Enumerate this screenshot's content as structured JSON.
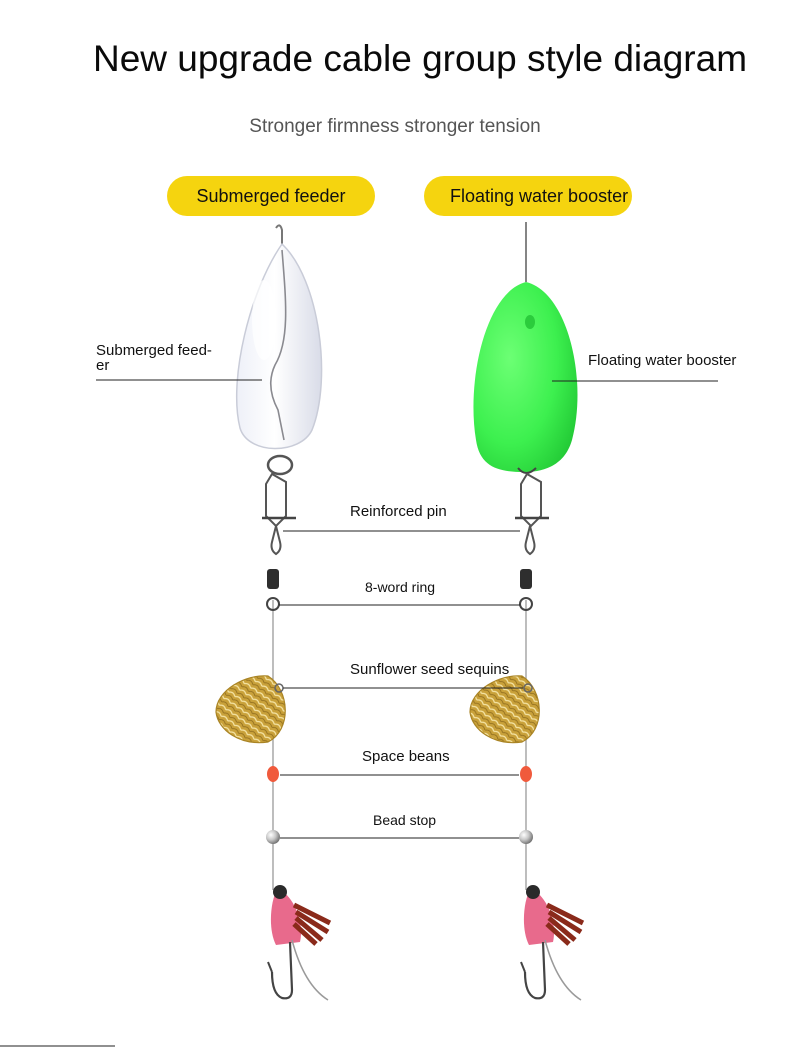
{
  "header": {
    "title": "New upgrade cable group style diagram",
    "subtitle": "Stronger firmness stronger tension"
  },
  "tags": {
    "left": "Submerged feeder",
    "right": "Floating water booster"
  },
  "callouts": {
    "left_line1": "Submerged feed-",
    "left_line2": "er",
    "right": "Floating water booster"
  },
  "components": [
    "Reinforced pin",
    "8-word ring",
    "Sunflower seed sequins",
    "Space beans",
    "Bead stop"
  ],
  "colors": {
    "tag_background": "#f5d40f",
    "booster": "#3df04f",
    "bean": "#f05a3c",
    "sequin": "#c9a13a"
  }
}
